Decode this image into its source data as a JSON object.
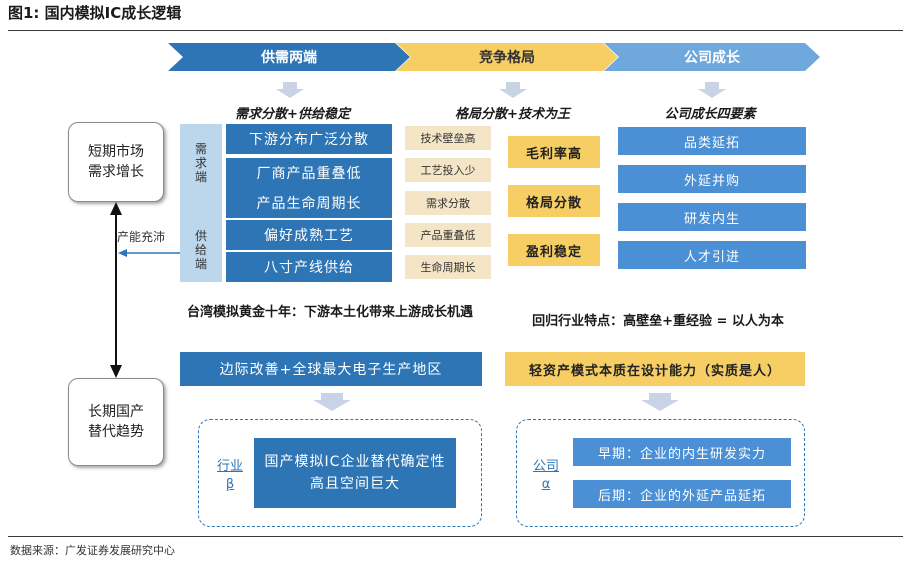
{
  "figure": {
    "title": "图1:  国内模拟IC成长逻辑",
    "source": "数据来源：广发证券发展研究中心"
  },
  "colors": {
    "chevron_blue": "#2e75b6",
    "chevron_gold": "#f6ce63",
    "chevron_light_blue": "#6fa8dc",
    "dark_blue_box": "#2e75b6",
    "tan_box": "#f3e5c6",
    "gold_box": "#f6ce63",
    "mid_blue_box": "#4b8fd4",
    "light_blue_panel": "#bcd6ec",
    "arrow_fill": "#c8d4e6"
  },
  "header_chevrons": [
    {
      "label": "供需两端"
    },
    {
      "label": "竞争格局"
    },
    {
      "label": "公司成长"
    }
  ],
  "section_titles": {
    "supply_demand": "需求分散+供给稳定",
    "competition": "格局分散+技术为王",
    "growth": "公司成长四要素"
  },
  "side_boxes": {
    "short_term": "短期市场\n需求增长",
    "long_term": "长期国产\n替代趋势"
  },
  "capacity_label": "产能充沛",
  "vertical_labels": {
    "demand": "需求端",
    "supply": "供给端"
  },
  "demand_items": [
    "下游分布广泛分散",
    "厂商产品重叠低",
    "产品生命周期长"
  ],
  "supply_items": [
    "偏好成熟工艺",
    "八寸产线供给"
  ],
  "competition_factors": [
    "技术壁垒高",
    "工艺投入少",
    "需求分散",
    "产品重叠低",
    "生命周期长"
  ],
  "competition_results": [
    "毛利率高",
    "格局分散",
    "盈利稳定"
  ],
  "growth_elements": [
    "品类延拓",
    "外延并购",
    "研发内生",
    "人才引进"
  ],
  "taiwan": {
    "heading": "台湾模拟黄金十年：下游本土化带来上游成长机遇",
    "bar": "边际改善+全球最大电子生产地区"
  },
  "industry_return": {
    "heading": "回归行业特点：高壁垒+重经验 = 以人为本",
    "bar": "轻资产模式本质在设计能力（实质是人）"
  },
  "beta_panel": {
    "label_top": "行业",
    "label_symbol": "β",
    "box": "国产模拟IC企业替代确定性高且空间巨大"
  },
  "alpha_panel": {
    "label_top": "公司",
    "label_symbol": "α",
    "early": "早期：企业的内生研发实力",
    "late": "后期：企业的外延产品延拓"
  }
}
